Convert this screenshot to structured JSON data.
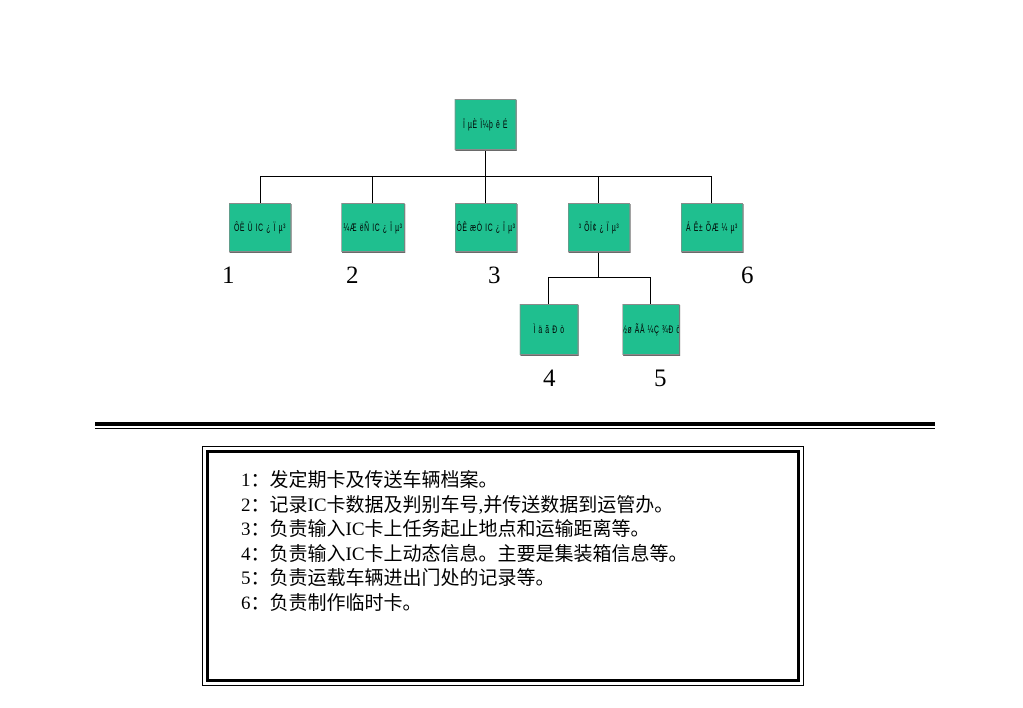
{
  "diagram": {
    "root": {
      "label": "Ï µÈ Ï¼þ ê É"
    },
    "level1": [
      {
        "label": "ÔË Ü IC ¿ Ï µ³"
      },
      {
        "label": "¼Æ ëÑ IC ¿ Ï µ³"
      },
      {
        "label": "ÔÊ æÒ IC ¿ Ï µ³"
      },
      {
        "label": "³ ÕÏ¢ ¿ Ï µ³"
      },
      {
        "label": "Á Ê± ÕÆ ¼ µ³"
      }
    ],
    "level2": [
      {
        "label": "Ì ä ã Ð ò"
      },
      {
        "label": "½ø ÃÅ ¼Ç ¾Ð ò"
      }
    ],
    "numbers": [
      "1",
      "2",
      "3",
      "6",
      "4",
      "5"
    ]
  },
  "legend": {
    "lines": [
      "1：发定期卡及传送车辆档案。",
      "2：记录IC卡数据及判别车号,并传送数据到运管办。",
      "3：负责输入IC卡上任务起止地点和运输距离等。",
      "4：负责输入IC卡上动态信息。主要是集装箱信息等。",
      "5：负责运载车辆进出门处的记录等。",
      "6：负责制作临时卡。"
    ]
  },
  "colors": {
    "box_fill": "#1fbf8f",
    "line": "#000000"
  }
}
